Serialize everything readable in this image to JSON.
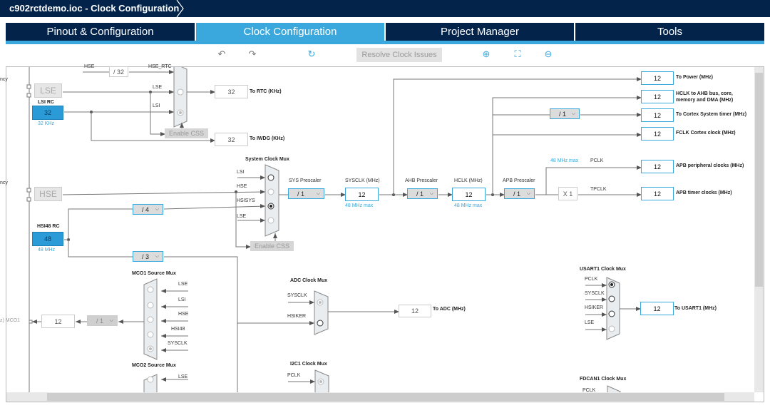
{
  "title": "c902rctdemo.ioc - Clock Configuration",
  "tabs": [
    {
      "label": "Pinout & Configuration"
    },
    {
      "label": "Clock Configuration",
      "active": true
    },
    {
      "label": "Project Manager"
    },
    {
      "label": "Tools"
    }
  ],
  "toolbar": {
    "undo": "↶",
    "redo": "↷",
    "refresh": "↻",
    "resolve": "Resolve Clock Issues",
    "zoom_in": "⊕",
    "fit": "⛶",
    "zoom_out": "⊖"
  },
  "icons": [
    "undo-icon",
    "redo-icon",
    "refresh-icon",
    "zoom-in-icon",
    "fit-icon",
    "zoom-out-icon"
  ],
  "colors": {
    "navy": "#03234b",
    "accent": "#3aa8dc",
    "osc": "#2b9bd8"
  },
  "diagram": {
    "cut_left_1": "ncy",
    "cut_left_2": "ncy",
    "rtc": {
      "hse": "HSE",
      "div": "/ 32",
      "hse_rtc": "HSE_RTC",
      "lse": "LSE",
      "lsi": "LSI",
      "css": "Enable CSS",
      "rtc_val": "32",
      "rtc_label": "To RTC (KHz)",
      "iwdg_val": "32",
      "iwdg_label": "To IWDG (KHz)"
    },
    "lse_osc": "LSE",
    "lsi": {
      "label": "LSI RC",
      "value": "32",
      "freq": "32 KHz"
    },
    "hse_osc": "HSE",
    "hsi48": {
      "label": "HSI48 RC",
      "value": "48",
      "freq": "48 MHz",
      "div4": "/ 4",
      "div3": "/ 3"
    },
    "sysmux": {
      "title": "System Clock Mux",
      "inputs": [
        "LSI",
        "HSE",
        "HSISYS",
        "LSE"
      ],
      "css": "Enable CSS"
    },
    "sys_prescaler": {
      "label": "SYS Prescaler",
      "value": "/ 1"
    },
    "sysclk": {
      "label": "SYSCLK (MHz)",
      "value": "12",
      "max": "48 MHz max"
    },
    "ahb": {
      "label": "AHB Prescaler",
      "value": "/ 1"
    },
    "hclk": {
      "label": "HCLK (MHz)",
      "value": "12",
      "max": "48 MHz max"
    },
    "apb": {
      "label": "APB Prescaler",
      "value": "/ 1",
      "max": "48 MHz max",
      "pclk": "PCLK",
      "tpclk": "TPCLK",
      "mult": "X 1"
    },
    "cortex_div": "/ 1",
    "outputs": [
      {
        "value": "12",
        "label": "To Power (MHz)"
      },
      {
        "value": "12",
        "label": "HCLK to AHB bus, core,",
        "label2": "memory and DMA (MHz)"
      },
      {
        "value": "12",
        "label": "To Cortex System timer (MHz)"
      },
      {
        "value": "12",
        "label": "FCLK Cortex clock (MHz)"
      },
      {
        "value": "12",
        "label": "APB peripheral clocks (MHz)"
      },
      {
        "value": "12",
        "label": "APB timer clocks (MHz)"
      }
    ],
    "mco1": {
      "title": "MCO1 Source Mux",
      "inputs": [
        "LSE",
        "LSI",
        "HSE",
        "HSI48",
        "SYSCLK"
      ],
      "div": "/ 1",
      "value": "12",
      "pin": "z) MCO1"
    },
    "mco2": {
      "title": "MCO2 Source Mux",
      "inputs": [
        "LSE"
      ]
    },
    "adc": {
      "title": "ADC Clock Mux",
      "inputs": [
        "SYSCLK",
        "HSIKER"
      ],
      "value": "12",
      "label": "To ADC (MHz)"
    },
    "i2c1": {
      "title": "I2C1 Clock Mux",
      "inputs": [
        "PCLK"
      ]
    },
    "usart1": {
      "title": "USART1 Clock Mux",
      "inputs": [
        "PCLK",
        "SYSCLK",
        "HSIKER",
        "LSE"
      ],
      "value": "12",
      "label": "To USART1 (MHz)"
    },
    "fdcan1": {
      "title": "FDCAN1 Clock Mux",
      "inputs": [
        "PCLK"
      ]
    }
  }
}
